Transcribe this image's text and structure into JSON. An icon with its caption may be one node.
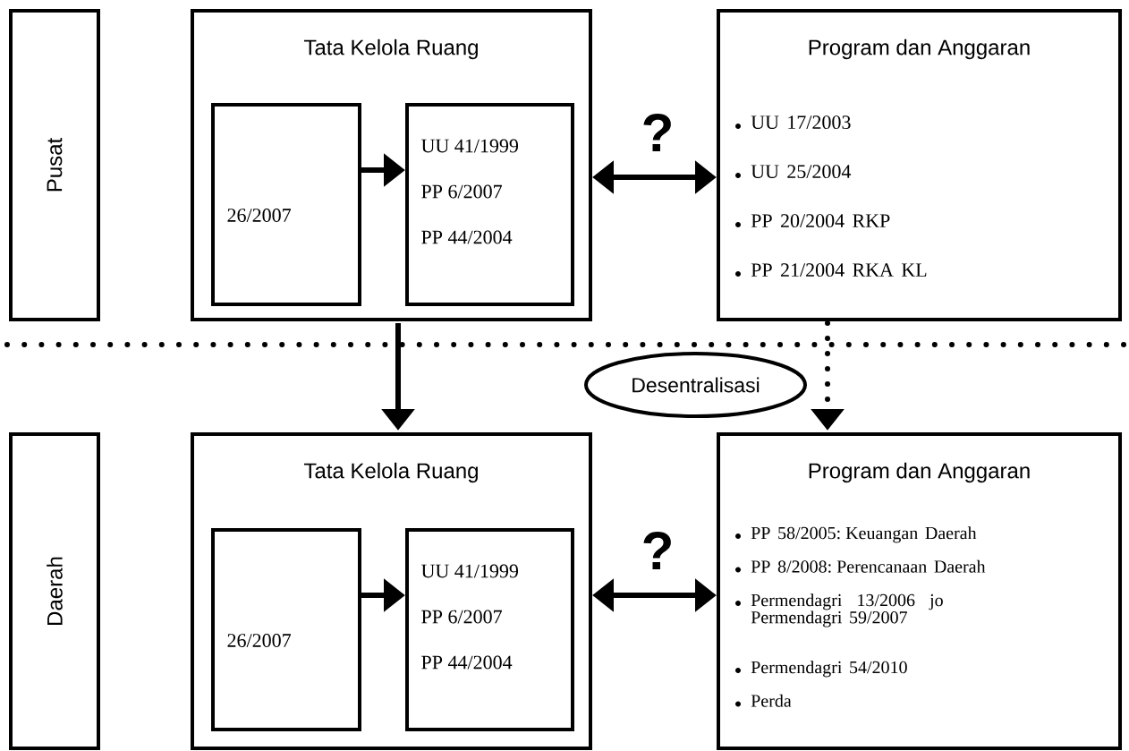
{
  "diagram": {
    "nodes": [
      {
        "text": [
          "Pusat"
        ]
      },
      {
        "text": [
          "Tata Kelola Ruang"
        ]
      },
      {
        "text": [
          "26/2007"
        ],
        "in": 1
      },
      {
        "text": [
          "UU 41/1999",
          "PP 6/2007",
          "PP 44/2004"
        ],
        "in": 1
      },
      {
        "text": [
          "Program dan Anggaran",
          "UU 17/2003",
          "UU 25/2004",
          "PP 20/2004 RKP",
          "PP 21/2004 RKA KL"
        ]
      },
      {
        "text": [
          "Desentralisasi"
        ]
      },
      {
        "text": [
          "Daerah"
        ]
      },
      {
        "text": [
          "Tata Kelola Ruang"
        ]
      },
      {
        "text": [
          "26/2007"
        ],
        "in": 7
      },
      {
        "text": [
          "UU 41/1999",
          "PP 6/2007",
          "PP 44/2004"
        ],
        "in": 7
      },
      {
        "text": [
          "Program dan Anggaran",
          "PP 58/2005: Keuangan Daerah",
          "PP 8/2008: Perencanaan Daerah",
          "Permendagri 13/2006 jo Permendagri 59/2007",
          "Permendagri 54/2010",
          "Perda"
        ]
      }
    ],
    "edges": [
      {
        "from": 2,
        "to": 3,
        "arrow": "to"
      },
      {
        "from": 1,
        "to": 4,
        "arrow": "both",
        "label": "?"
      },
      {
        "from": 1,
        "to": 7,
        "arrow": "to"
      },
      {
        "from": 4,
        "to": 10,
        "arrow": "to",
        "style": "dashed"
      },
      {
        "from": 8,
        "to": 9,
        "arrow": "to"
      },
      {
        "from": 7,
        "to": 10,
        "arrow": "both",
        "label": "?"
      }
    ]
  }
}
